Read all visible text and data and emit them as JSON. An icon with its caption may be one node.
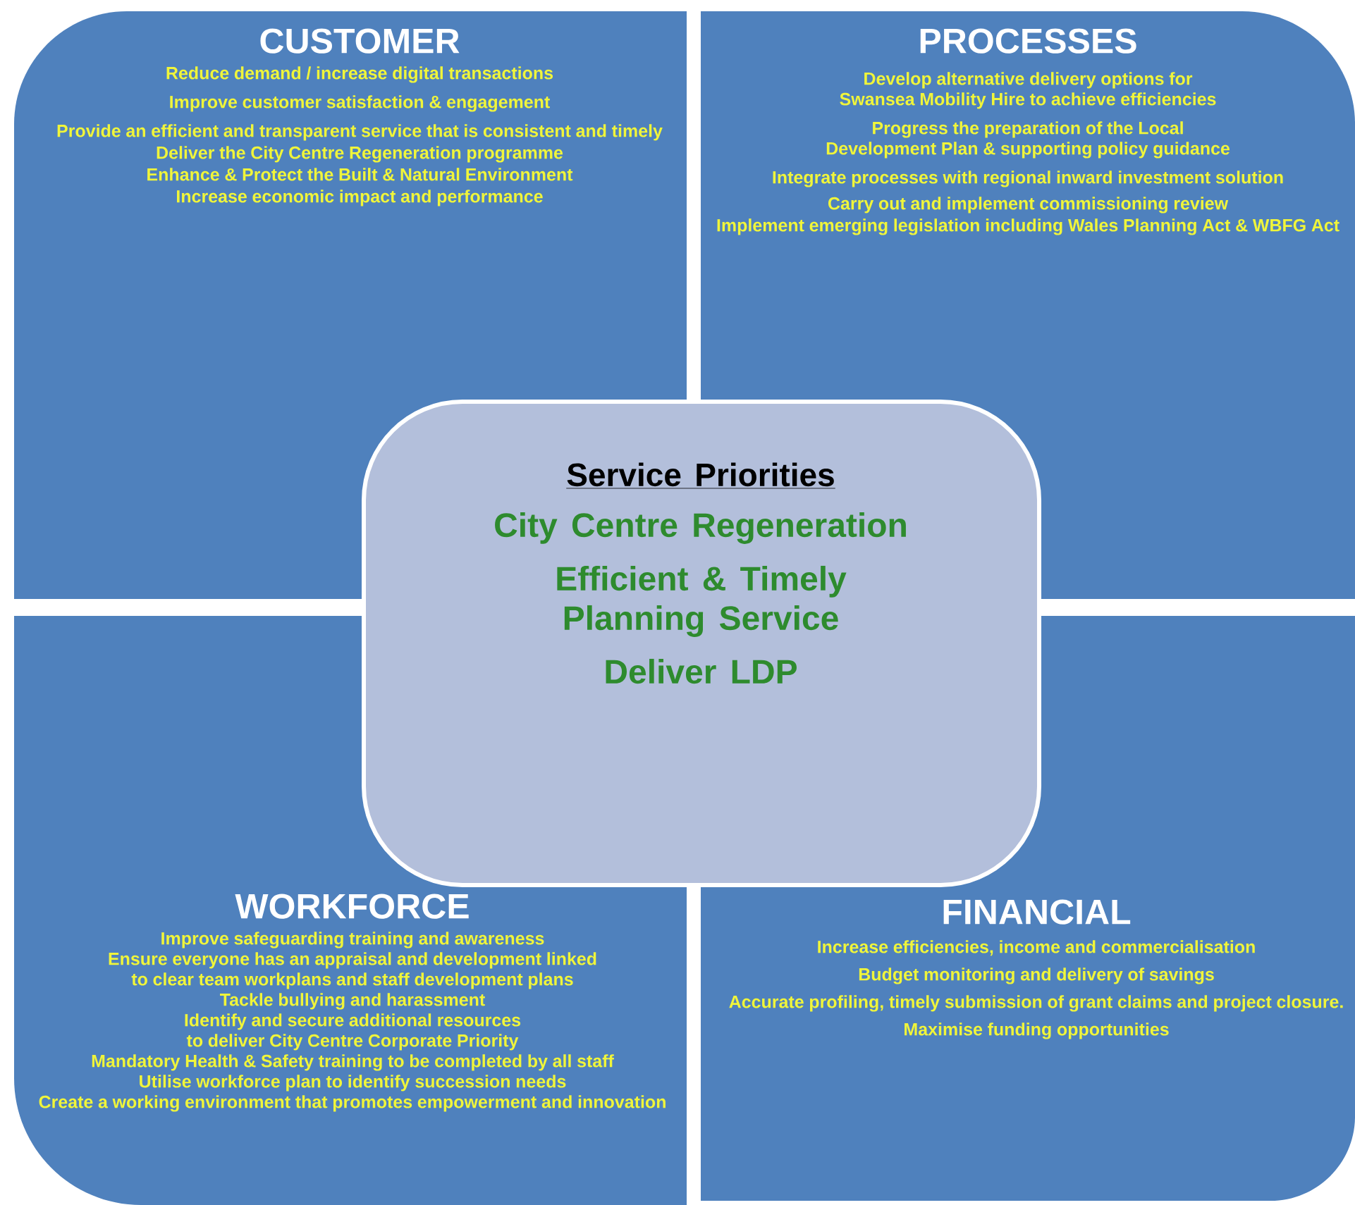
{
  "diagram": {
    "nodes": [
      {
        "text": [
          "CUSTOMER",
          "Reduce demand / increase digital transactions",
          "Improve customer satisfaction & engagement",
          "Provide an efficient and transparent service that is consistent and timely",
          "Deliver the City Centre Regeneration programme",
          "Enhance & Protect the Built & Natural Environment",
          "Increase economic impact and performance"
        ]
      },
      {
        "text": [
          "PROCESSES",
          "Develop alternative delivery options for Swansea Mobility Hire to achieve efficiencies",
          "Progress the preparation of the Local Development Plan & supporting policy guidance",
          "Integrate processes with regional inward investment solution",
          "Carry out and implement commissioning review",
          "Implement emerging legislation including Wales Planning Act & WBFG Act"
        ]
      },
      {
        "text": [
          "WORKFORCE",
          "Improve safeguarding training and awareness",
          "Ensure everyone has an appraisal and development linked to clear team workplans and staff development plans",
          "Tackle bullying and harassment",
          "Identify and secure additional resources to deliver City Centre Corporate Priority",
          "Mandatory Health & Safety training to be completed by all staff",
          "Utilise workforce plan to identify succession needs",
          "Create a working environment that promotes empowerment and innovation"
        ]
      },
      {
        "text": [
          "FINANCIAL",
          "Increase efficiencies, income and commercialisation",
          "Budget monitoring and delivery of savings",
          "Accurate profiling, timely submission of grant claims and project closure.",
          "Maximise funding opportunities"
        ]
      },
      {
        "text": [
          "Service Priorities",
          "City Centre Regeneration",
          "Efficient & Timely Planning Service",
          "Deliver LDP"
        ]
      }
    ]
  }
}
